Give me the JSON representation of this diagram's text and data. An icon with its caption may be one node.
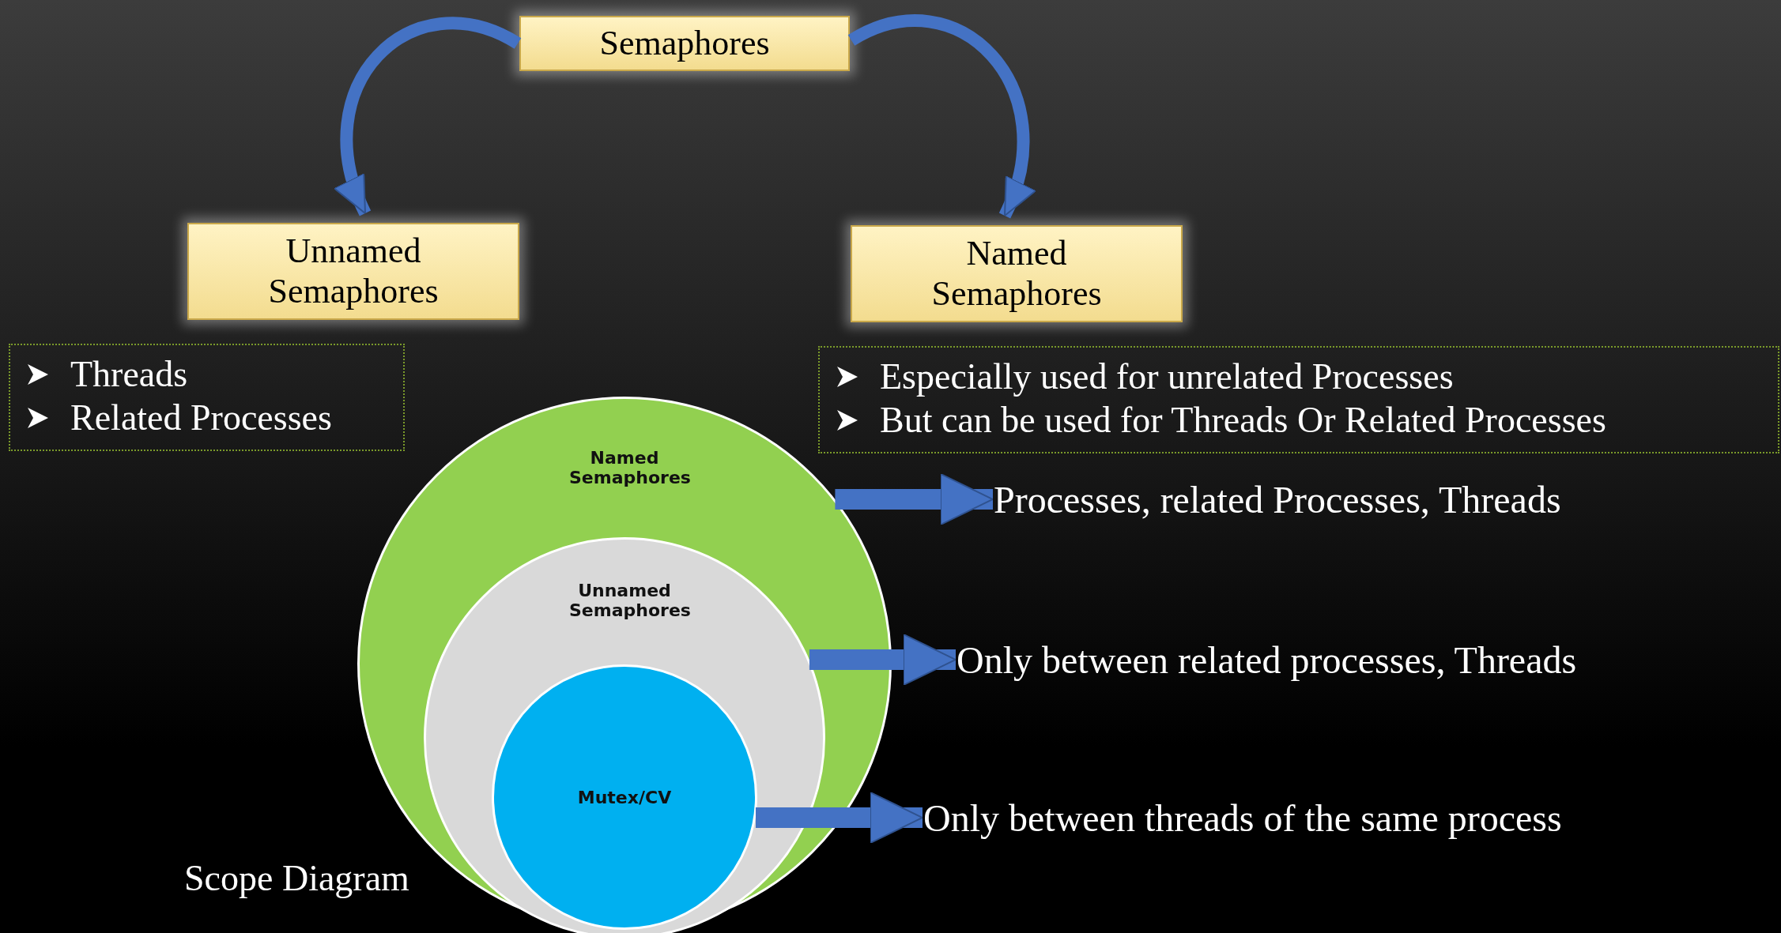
{
  "diagram": {
    "nodes": [
      {
        "text": [
          "Semaphores"
        ]
      },
      {
        "text": [
          "Unnamed Semaphores"
        ]
      },
      {
        "text": [
          "Named Semaphores"
        ]
      },
      {
        "text": [
          "Threads",
          "Related Processes"
        ]
      },
      {
        "text": [
          "Especially used for unrelated Processes",
          "But can be used for Threads Or Related Processes"
        ]
      },
      {
        "text": [
          "Named Semaphores"
        ]
      },
      {
        "text": [
          "Unnamed Semaphores"
        ],
        "in": 5
      },
      {
        "text": [
          "Mutex/CV"
        ],
        "in": 6
      },
      {
        "text": [
          "Processes, related Processes, Threads"
        ]
      },
      {
        "text": [
          "Only between related processes, Threads"
        ]
      },
      {
        "text": [
          "Only between threads of the same process"
        ]
      }
    ],
    "edges": [
      {
        "from": 0,
        "to": 1,
        "arrow": "to"
      },
      {
        "from": 0,
        "to": 2,
        "arrow": "to"
      },
      {
        "from": 5,
        "to": 8,
        "arrow": "to"
      },
      {
        "from": 6,
        "to": 9,
        "arrow": "to"
      },
      {
        "from": 7,
        "to": 10,
        "arrow": "to"
      }
    ],
    "labels": [
      "Scope Diagram"
    ]
  }
}
